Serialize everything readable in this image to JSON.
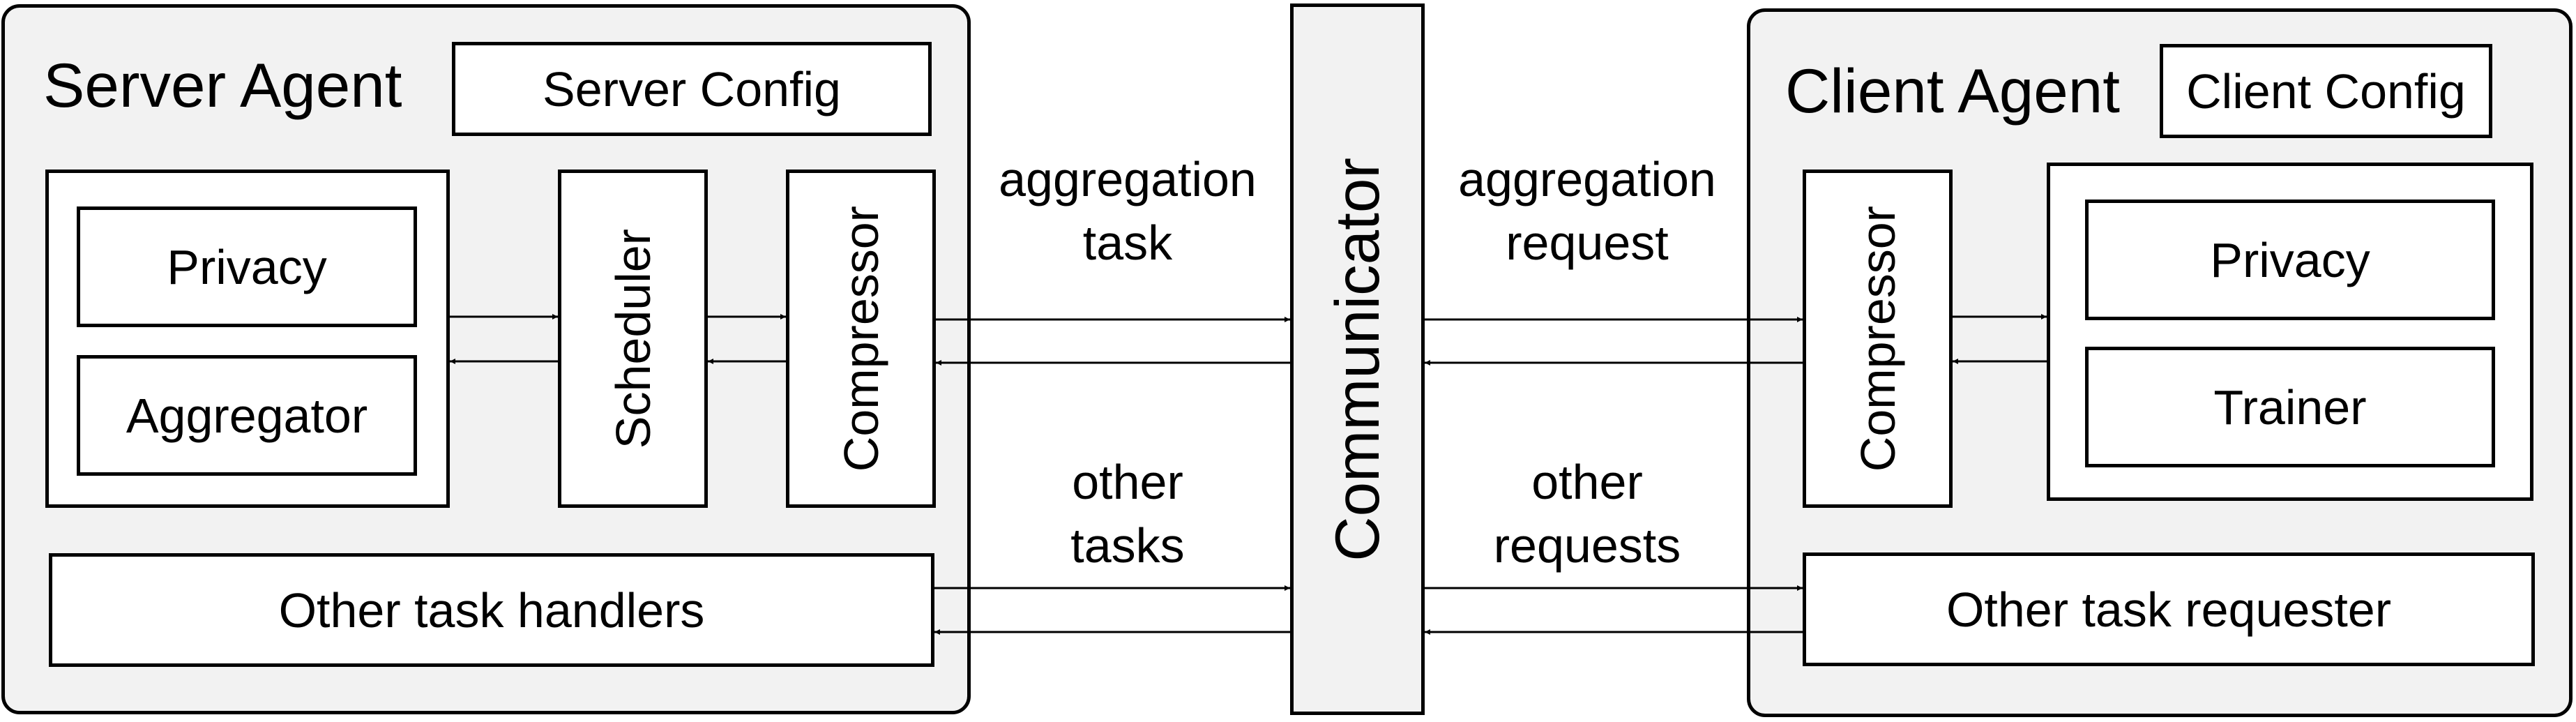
{
  "server": {
    "title": "Server Agent",
    "config": "Server Config",
    "privacy": "Privacy",
    "aggregator": "Aggregator",
    "scheduler": "Scheduler",
    "compressor": "Compressor",
    "other_handlers": "Other task handlers"
  },
  "communicator": "Communicator",
  "client": {
    "title": "Client Agent",
    "config": "Client Config",
    "compressor": "Compressor",
    "privacy": "Privacy",
    "trainer": "Trainer",
    "other_requester": "Other task requester"
  },
  "edge_labels": {
    "aggregation_task": [
      "aggregation",
      "task"
    ],
    "aggregation_request": [
      "aggregation",
      "request"
    ],
    "other_tasks": [
      "other",
      "tasks"
    ],
    "other_requests": [
      "other",
      "requests"
    ]
  }
}
